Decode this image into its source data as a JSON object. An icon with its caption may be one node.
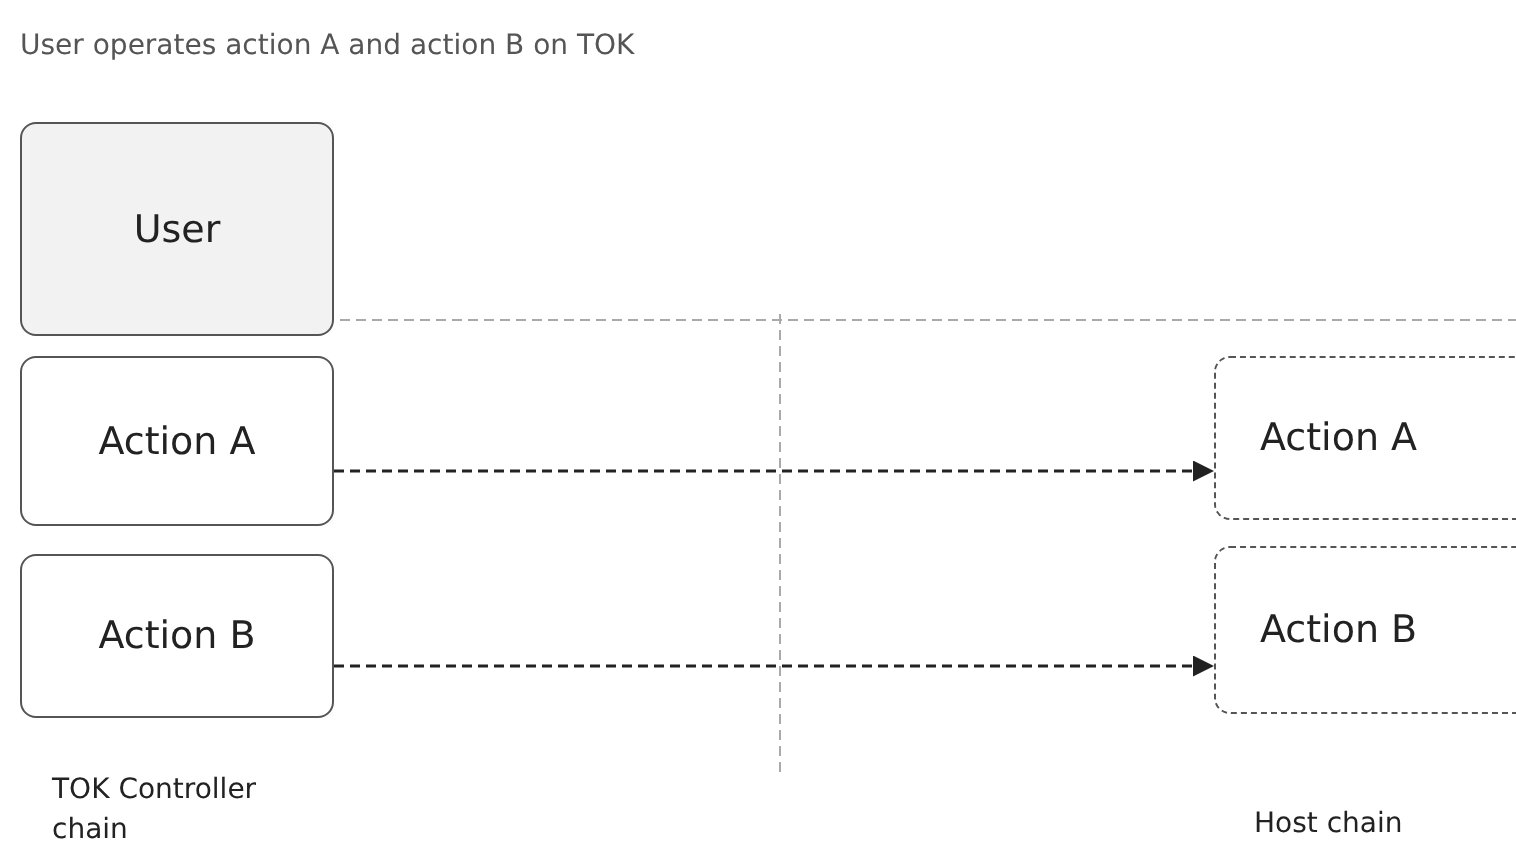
{
  "diagram": {
    "title": "User operates action A and action B on TOK",
    "nodes": [
      {
        "text": [
          "User"
        ]
      },
      {
        "text": [
          "Action A"
        ]
      },
      {
        "text": [
          "Action B"
        ]
      },
      {
        "text": [
          "Action A"
        ]
      },
      {
        "text": [
          "Action B"
        ]
      }
    ],
    "edges": [
      {
        "from": 1,
        "to": 3,
        "arrow": "to",
        "style": "dashed"
      },
      {
        "from": 2,
        "to": 4,
        "arrow": "to",
        "style": "dashed"
      }
    ],
    "labels": [
      "TOK Controller chain",
      "Host chain"
    ]
  }
}
